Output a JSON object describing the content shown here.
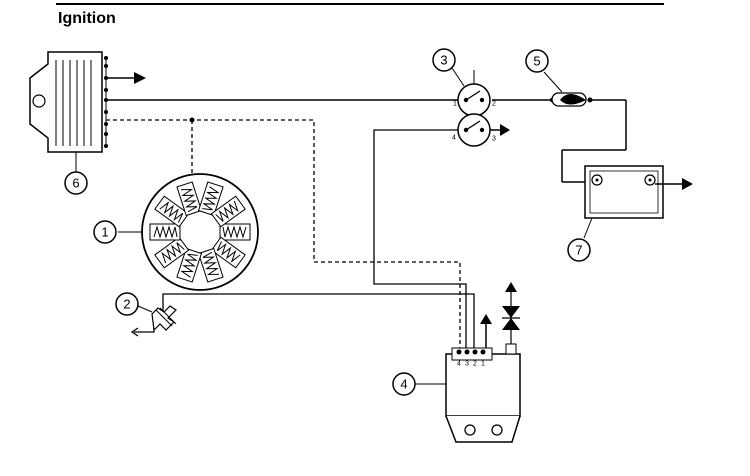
{
  "header": {
    "title": "Ignition"
  },
  "callouts": {
    "c1": "1",
    "c2": "2",
    "c3": "3",
    "c4": "4",
    "c5": "5",
    "c6": "6",
    "c7": "7"
  },
  "pins": {
    "switch_1": "1",
    "switch_2": "2",
    "switch_4": "4",
    "switch_3": "3",
    "module_4": "4",
    "module_3": "3",
    "module_2": "2",
    "module_1": "1"
  }
}
